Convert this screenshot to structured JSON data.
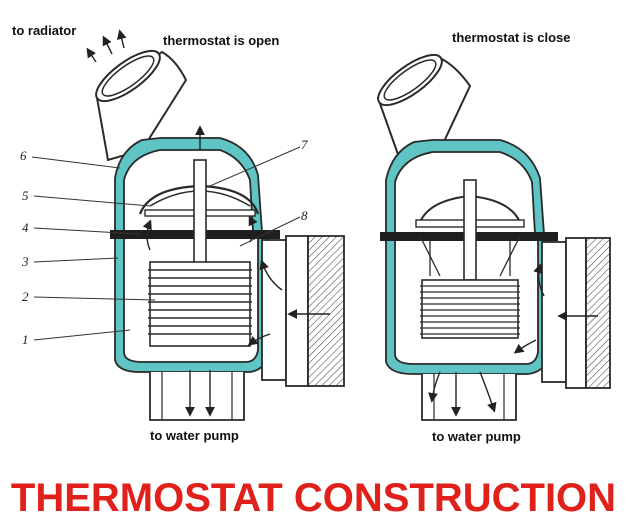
{
  "labels": {
    "to_radiator": "to radiator",
    "open_caption": "thermostat is open",
    "close_caption": "thermostat is close",
    "to_pump_left": "to water pump",
    "to_pump_right": "to water pump"
  },
  "part_numbers": [
    "1",
    "2",
    "3",
    "4",
    "5",
    "6",
    "7",
    "8"
  ],
  "title": "THERMOSTAT CONSTRUCTION",
  "colors": {
    "housing_fill": "#5ec4c4",
    "outline": "#2a2a2a",
    "title": "#e0201a"
  }
}
